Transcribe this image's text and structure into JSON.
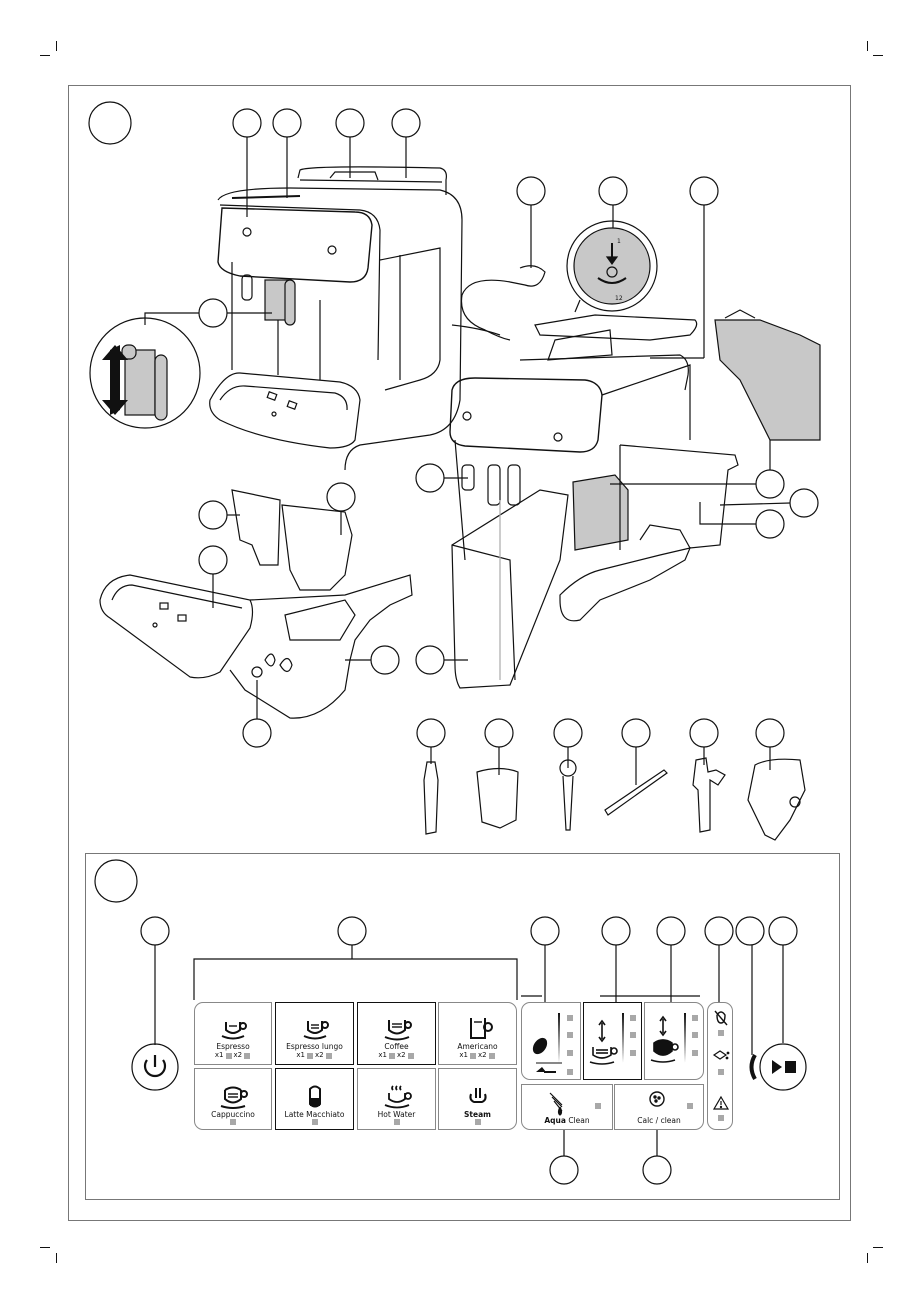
{
  "figure_sections": [
    {
      "id": "A",
      "label": ""
    },
    {
      "id": "B",
      "label": ""
    }
  ],
  "grinder_dial": {
    "min_label": "1",
    "max_label": "12"
  },
  "control_panel": {
    "drinks": [
      {
        "name": "Espresso",
        "x1": "x1",
        "x2": "x2",
        "icon": "espresso-cup-icon"
      },
      {
        "name": "Espresso lungo",
        "x1": "x1",
        "x2": "x2",
        "icon": "espresso-lungo-cup-icon"
      },
      {
        "name": "Coffee",
        "x1": "x1",
        "x2": "x2",
        "icon": "coffee-cup-icon"
      },
      {
        "name": "Americano",
        "x1": "x1",
        "x2": "x2",
        "icon": "americano-mug-icon"
      },
      {
        "name": "Cappuccino",
        "icon": "cappuccino-cup-icon"
      },
      {
        "name": "Latte Macchiato",
        "icon": "latte-glass-icon"
      },
      {
        "name": "Hot Water",
        "icon": "hot-water-cup-icon"
      },
      {
        "name": "Steam",
        "icon": "steam-icon"
      }
    ],
    "settings": [
      {
        "name": "aroma-strength",
        "icon": "coffee-bean-icon",
        "extra_icon": "ground-coffee-scoop-icon"
      },
      {
        "name": "coffee-quantity",
        "icon": "coffee-quantity-icon"
      },
      {
        "name": "milk-quantity",
        "icon": "milk-quantity-icon"
      }
    ],
    "maintenance": {
      "aqua_clean_bold": "Aqua",
      "aqua_clean_rest": " Clean",
      "calc_clean": "Calc / clean"
    },
    "alerts": [
      {
        "name": "water-tank-empty",
        "icon": "water-tank-empty-icon"
      },
      {
        "name": "empty-coffee-grounds",
        "icon": "coffee-grounds-icon"
      },
      {
        "name": "warning",
        "icon": "warning-icon"
      }
    ],
    "power_icon": "power-icon",
    "start_stop_icon": "play-stop-icon"
  },
  "accessories": [
    {
      "name": "grease-tube"
    },
    {
      "name": "aquaclean-filter"
    },
    {
      "name": "measuring-scoop"
    },
    {
      "name": "water-hardness-test-strip"
    },
    {
      "name": "milk-frother"
    },
    {
      "name": "milk-jug"
    }
  ],
  "colors": {
    "line": "#111111",
    "gray_fill": "#c8c8c8",
    "led": "#a8a8a8",
    "frame": "#777777"
  }
}
